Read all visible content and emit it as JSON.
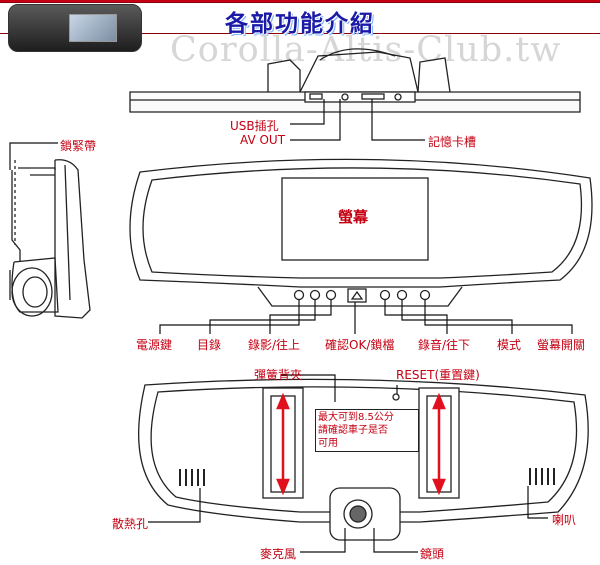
{
  "header": {
    "title": "各部功能介紹",
    "watermark": "Corolla-Altis-Club.tw"
  },
  "top_view": {
    "labels": {
      "usb": "USB插孔",
      "av_out": "AV OUT",
      "memory_card": "記憶卡槽"
    }
  },
  "side_view": {
    "labels": {
      "strap": "鎖緊帶"
    }
  },
  "front_view": {
    "screen_label": "螢幕",
    "buttons": [
      {
        "label": "電源鍵"
      },
      {
        "label": "目錄"
      },
      {
        "label": "錄影/往上"
      },
      {
        "label": "確認OK/鎖檔"
      },
      {
        "label": "錄音/往下"
      },
      {
        "label": "模式"
      },
      {
        "label": "螢幕開關"
      }
    ]
  },
  "back_view": {
    "labels": {
      "spring_clip": "彈簧背夾",
      "reset": "RESET(重置鍵)",
      "vent": "散熱孔",
      "speaker": "喇叭",
      "microphone": "麥克風",
      "lens": "鏡頭"
    },
    "note_lines": [
      "最大可到8.5公分",
      "請確認車子是否",
      "可用"
    ]
  }
}
